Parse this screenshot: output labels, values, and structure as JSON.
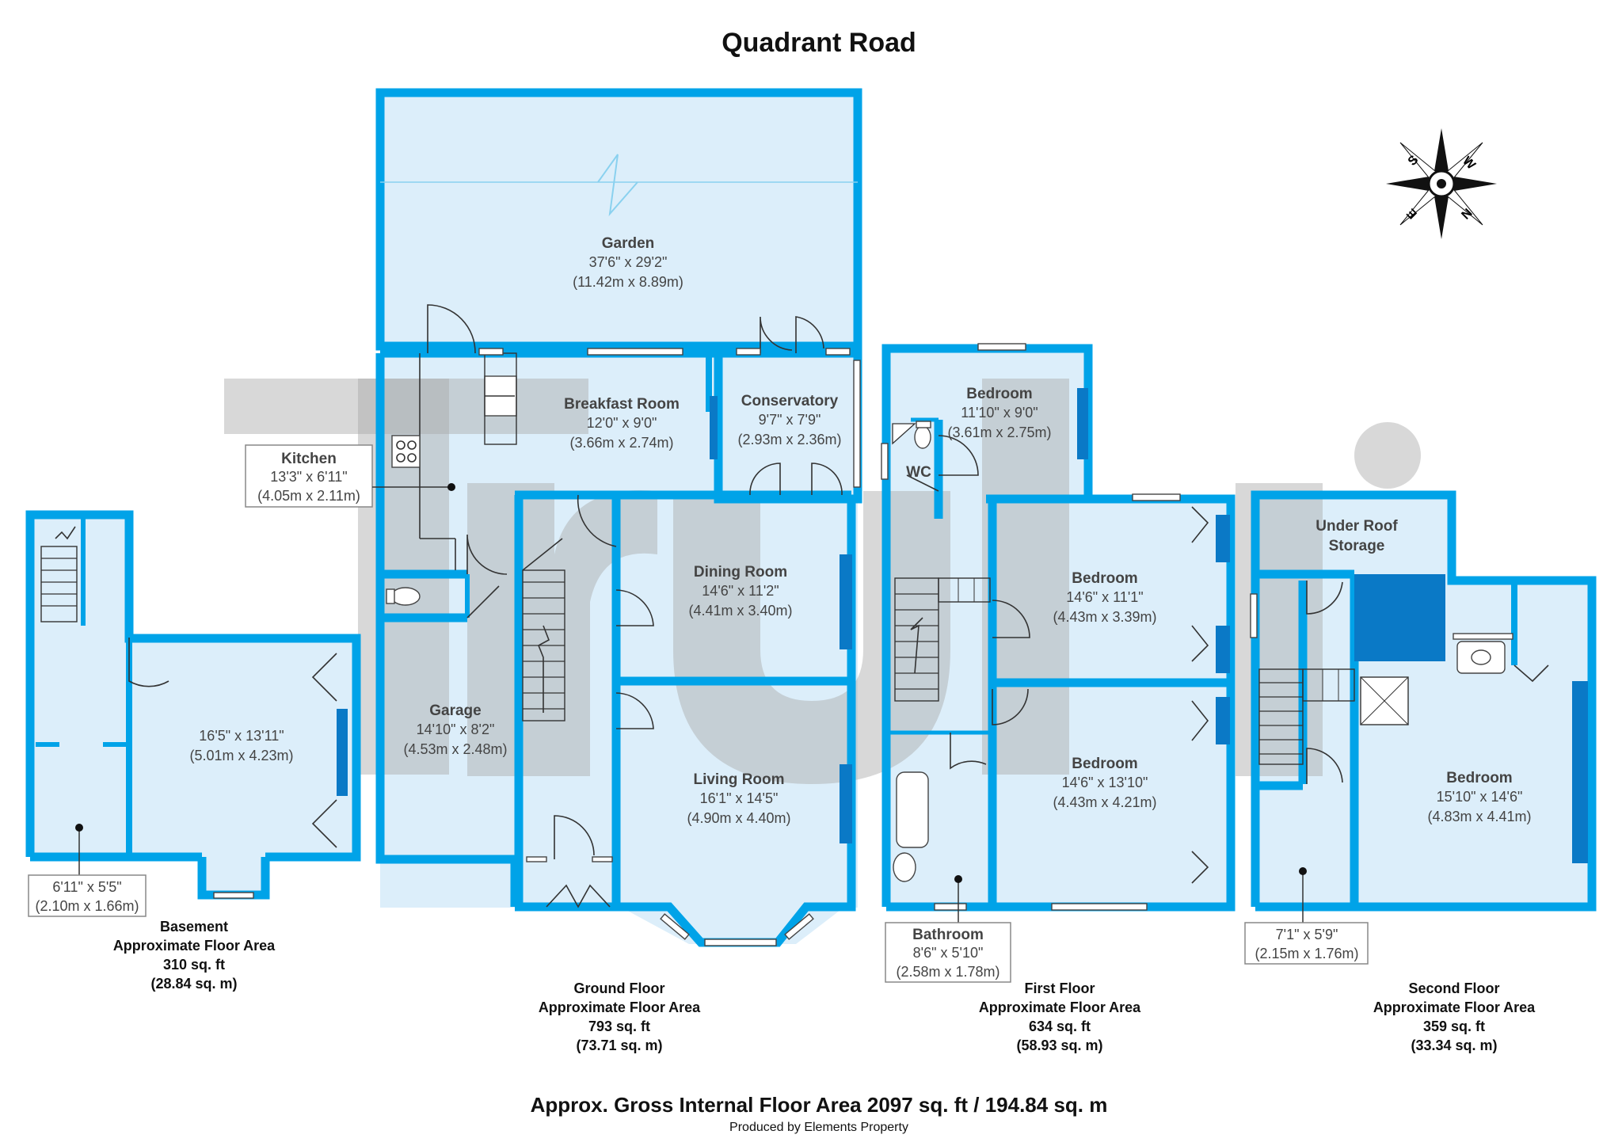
{
  "title": "Quadrant Road",
  "watermark": "Truli",
  "compass": {
    "letters": [
      "S",
      "W",
      "E",
      "N"
    ]
  },
  "rooms": {
    "garden": {
      "name": "Garden",
      "imperial": "37'6\" x 29'2\"",
      "metric": "(11.42m x 8.89m)"
    },
    "kitchen": {
      "name": "Kitchen",
      "imperial": "13'3\" x 6'11\"",
      "metric": "(4.05m x 2.11m)"
    },
    "breakfast": {
      "name": "Breakfast Room",
      "imperial": "12'0\" x 9'0\"",
      "metric": "(3.66m x 2.74m)"
    },
    "conservatory": {
      "name": "Conservatory",
      "imperial": "9'7\" x 7'9\"",
      "metric": "(2.93m x 2.36m)"
    },
    "dining": {
      "name": "Dining Room",
      "imperial": "14'6\" x 11'2\"",
      "metric": "(4.41m x 3.40m)"
    },
    "garage": {
      "name": "Garage",
      "imperial": "14'10\" x 8'2\"",
      "metric": "(4.53m x 2.48m)"
    },
    "living": {
      "name": "Living Room",
      "imperial": "16'1\" x 14'5\"",
      "metric": "(4.90m x 4.40m)"
    },
    "basement_room": {
      "imperial": "16'5\" x 13'11\"",
      "metric": "(5.01m x 4.23m)"
    },
    "basement_small": {
      "imperial": "6'11\" x 5'5\"",
      "metric": "(2.10m x 1.66m)"
    },
    "bed1_ff": {
      "name": "Bedroom",
      "imperial": "11'10\" x 9'0\"",
      "metric": "(3.61m x 2.75m)"
    },
    "wc": {
      "name": "WC"
    },
    "bed2_ff": {
      "name": "Bedroom",
      "imperial": "14'6\" x 11'1\"",
      "metric": "(4.43m x 3.39m)"
    },
    "bed3_ff": {
      "name": "Bedroom",
      "imperial": "14'6\" x 13'10\"",
      "metric": "(4.43m x 4.21m)"
    },
    "bathroom": {
      "name": "Bathroom",
      "imperial": "8'6\" x 5'10\"",
      "metric": "(2.58m x 1.78m)"
    },
    "storage": {
      "name1": "Under Roof",
      "name2": "Storage"
    },
    "bed_sf": {
      "name": "Bedroom",
      "imperial": "15'10\" x 14'6\"",
      "metric": "(4.83m x 4.41m)"
    },
    "sf_small": {
      "imperial": "7'1\" x 5'9\"",
      "metric": "(2.15m x 1.76m)"
    }
  },
  "floors": {
    "basement": {
      "name": "Basement",
      "label": "Approximate Floor Area",
      "sqft": "310 sq. ft",
      "sqm": "(28.84 sq. m)"
    },
    "ground": {
      "name": "Ground Floor",
      "label": "Approximate Floor Area",
      "sqft": "793 sq. ft",
      "sqm": "(73.71 sq. m)"
    },
    "first": {
      "name": "First Floor",
      "label": "Approximate Floor Area",
      "sqft": "634 sq. ft",
      "sqm": "(58.93 sq. m)"
    },
    "second": {
      "name": "Second Floor",
      "label": "Approximate Floor Area",
      "sqft": "359 sq. ft",
      "sqm": "(33.34 sq. m)"
    }
  },
  "footer": {
    "total": "Approx. Gross Internal Floor Area 2097 sq. ft / 194.84 sq. m",
    "credit": "Produced by Elements Property"
  }
}
